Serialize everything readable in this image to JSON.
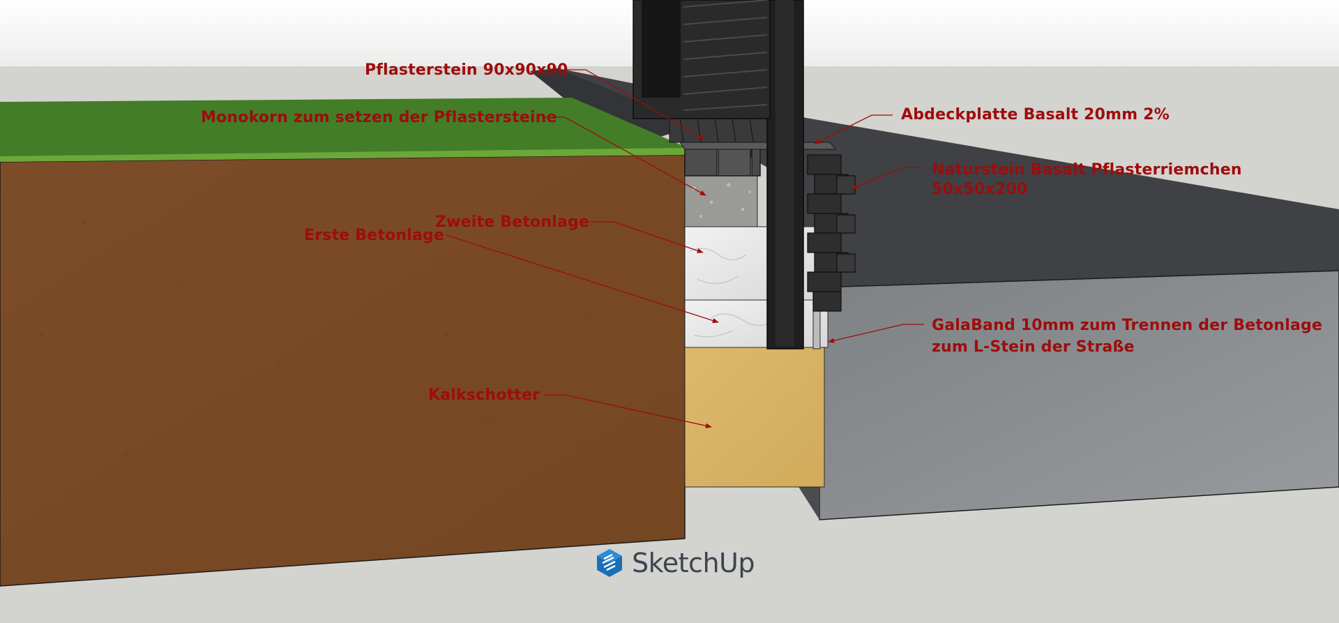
{
  "labels": {
    "pflasterstein": "Pflasterstein 90x90x90",
    "monokorn": "Monokorn zum setzen der Pflastersteine",
    "zweite_betonlage": "Zweite Betonlage",
    "erste_betonlage": "Erste Betonlage",
    "kalkschotter": "Kalkschotter",
    "abdeckplatte": "Abdeckplatte Basalt 20mm 2%",
    "naturstein_line1": "Naturstein Basalt Pflasterriemchen",
    "naturstein_line2": "50x50x200",
    "galaband_line1": "GalaBand 10mm zum Trennen der Betonlage",
    "galaband_line2": "zum L-Stein der Straße"
  },
  "logo": {
    "text": "SketchUp",
    "icon": "sketchup-logo-icon"
  },
  "colors": {
    "annotation": "#9e0c0c",
    "sky": "#f4f5f3",
    "ground": "#d3d3cf",
    "soil": "#7b4b28",
    "grass": "#3f7a26",
    "concrete": "#e2e2e2",
    "gravel": "#d9b568",
    "street": "#8c8f92",
    "asphalt": "#3d3f42",
    "basalt": "#2a2a2a"
  }
}
